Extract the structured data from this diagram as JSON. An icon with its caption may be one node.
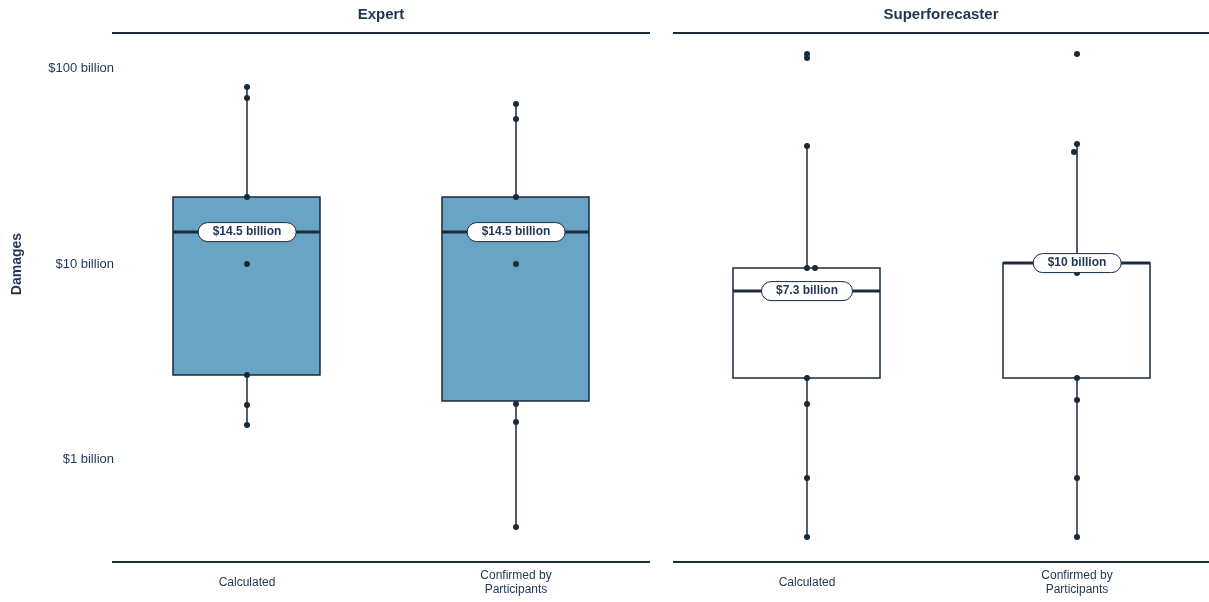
{
  "diagram": {
    "labels": [
      "Expert",
      "Superforecaster",
      "$100 billion",
      "$10 billion",
      "Damages",
      "$14.5 billion",
      "$14.5 billion",
      "$7.3 billion",
      "$10 billion",
      "$1 billion",
      "Calculated",
      "Confirmed by Participants",
      "Calculated",
      "Confirmed by Participants"
    ]
  }
}
